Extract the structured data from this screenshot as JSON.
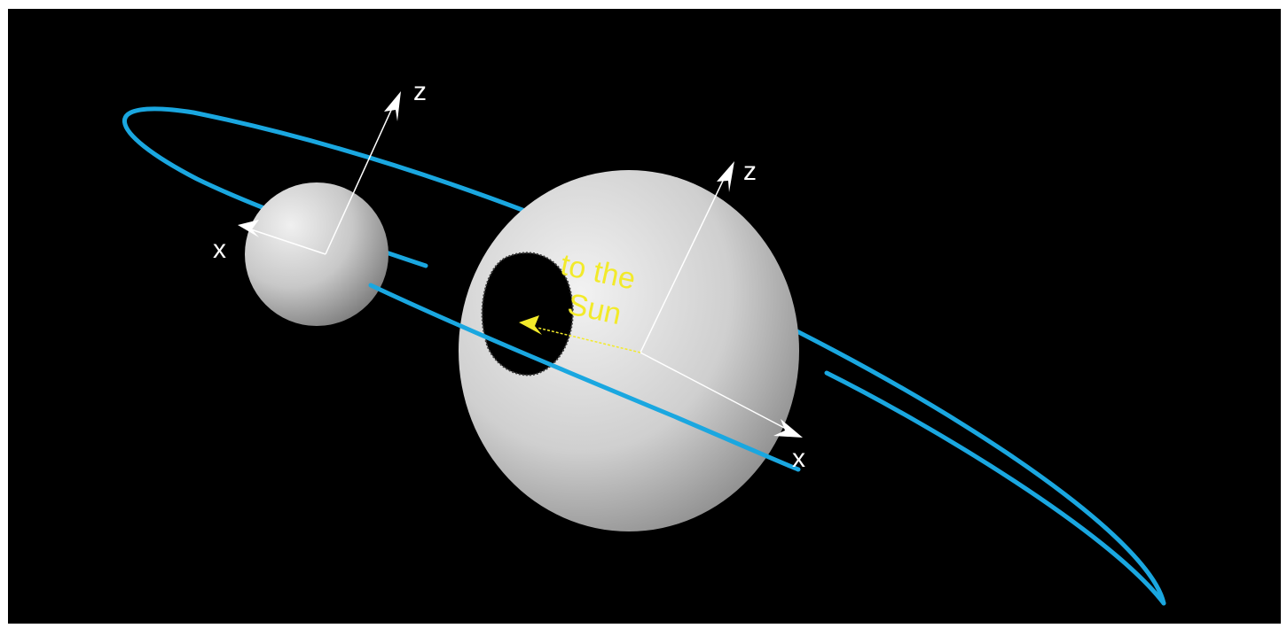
{
  "colors": {
    "background": "#000000",
    "border": "#ffffff",
    "orbit": "#1aa7e0",
    "axis": "#ffffff",
    "sun_label": "#f2ea2a",
    "shadow": "#000000",
    "body_light": "#eeeeee",
    "body_dark": "#7a7a7a"
  },
  "icons": {
    "axis_head": "arrowhead-icon",
    "sun_pointer": "arrowhead-icon"
  },
  "moon": {
    "axis_labels": {
      "z": "z",
      "x": "x"
    }
  },
  "planet": {
    "axis_labels": {
      "z": "z",
      "x": "x"
    },
    "sun_direction_label": {
      "line1": "to the",
      "line2": "Sun"
    }
  }
}
